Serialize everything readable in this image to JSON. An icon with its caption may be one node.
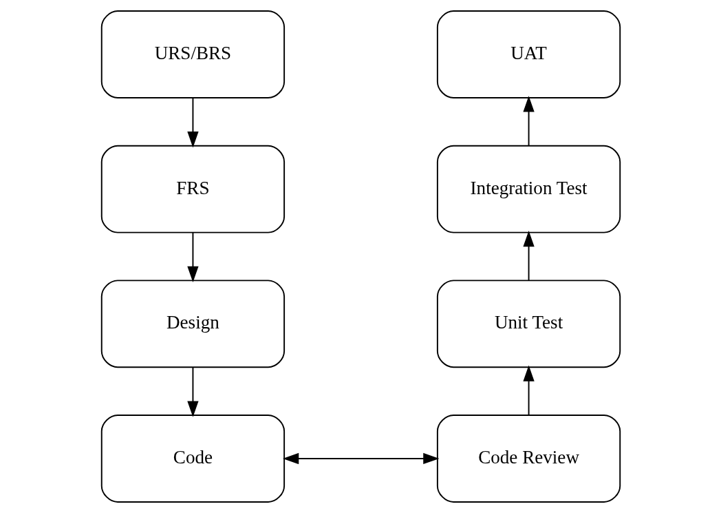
{
  "diagram": {
    "nodes": [
      {
        "text": [
          "URS/BRS"
        ]
      },
      {
        "text": [
          "FRS"
        ]
      },
      {
        "text": [
          "Design"
        ]
      },
      {
        "text": [
          "Code"
        ]
      },
      {
        "text": [
          "Code Review"
        ]
      },
      {
        "text": [
          "Unit Test"
        ]
      },
      {
        "text": [
          "Integration Test"
        ]
      },
      {
        "text": [
          "UAT"
        ]
      }
    ],
    "edges": [
      {
        "from": 0,
        "to": 1,
        "arrow": "to"
      },
      {
        "from": 1,
        "to": 2,
        "arrow": "to"
      },
      {
        "from": 2,
        "to": 3,
        "arrow": "to"
      },
      {
        "from": 3,
        "to": 4,
        "arrow": "both"
      },
      {
        "from": 4,
        "to": 5,
        "arrow": "to"
      },
      {
        "from": 5,
        "to": 6,
        "arrow": "to"
      },
      {
        "from": 6,
        "to": 7,
        "arrow": "to"
      }
    ]
  }
}
